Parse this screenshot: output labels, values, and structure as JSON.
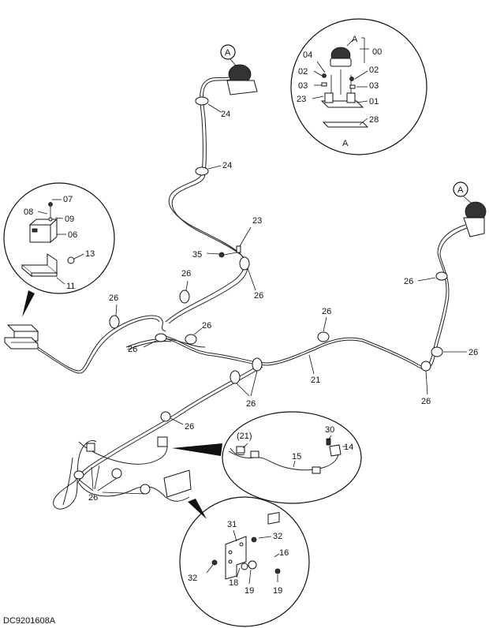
{
  "drawing_code": "DC9201608A",
  "view_ref": "A",
  "labels": {
    "l00": "00",
    "l01": "01",
    "l02a": "02",
    "l02b": "02",
    "l03a": "03",
    "l03b": "03",
    "l04": "04",
    "l06": "06",
    "l07": "07",
    "l08": "08",
    "l09": "09",
    "l11": "11",
    "l13": "13",
    "l14": "14",
    "l15": "15",
    "l16": "16",
    "l18": "18",
    "l19a": "19",
    "l19b": "19",
    "l21": "21",
    "l21p": "(21)",
    "l23": "23",
    "l23b": "23",
    "l24a": "24",
    "l24b": "24",
    "l26a": "26",
    "l26b": "26",
    "l26c": "26",
    "l26d": "26",
    "l26e": "26",
    "l26f": "26",
    "l26g": "26",
    "l26h": "26",
    "l26i": "26",
    "l26j": "26",
    "l26k": "26",
    "l26l": "26",
    "l28": "28",
    "l30": "30",
    "l31": "31",
    "l32a": "32",
    "l32b": "32",
    "l35": "35",
    "lA1": "A",
    "lA2": "A",
    "lA3": "A",
    "lA4": "A"
  }
}
